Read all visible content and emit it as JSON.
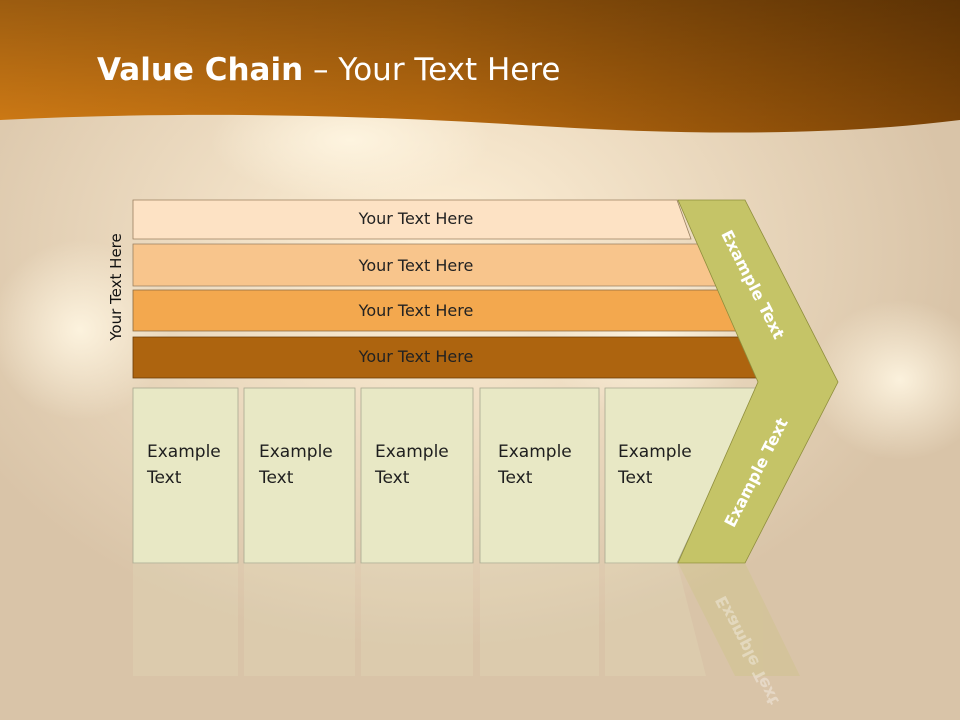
{
  "title": {
    "bold": "Value Chain",
    "rest": " – Your Text Here"
  },
  "side_label": "Your Text Here",
  "bars": [
    {
      "label": "Your Text Here",
      "color": "#fde2c4"
    },
    {
      "label": "Your Text Here",
      "color": "#f8c58c"
    },
    {
      "label": "Your Text Here",
      "color": "#f3a84e"
    },
    {
      "label": "Your Text Here",
      "color": "#ad640f"
    }
  ],
  "columns": [
    {
      "line1": "Example",
      "line2": "Text"
    },
    {
      "line1": "Example",
      "line2": "Text"
    },
    {
      "line1": "Example",
      "line2": "Text"
    },
    {
      "line1": "Example",
      "line2": "Text"
    },
    {
      "line1": "Example",
      "line2": "Text"
    }
  ],
  "arrow": {
    "upper": "Example Text",
    "lower": "Example Text",
    "color": "#c5c467"
  },
  "colors": {
    "header_dark": "#8a4a08",
    "header_light": "#d17c16",
    "column_fill": "#e8e8c5"
  }
}
